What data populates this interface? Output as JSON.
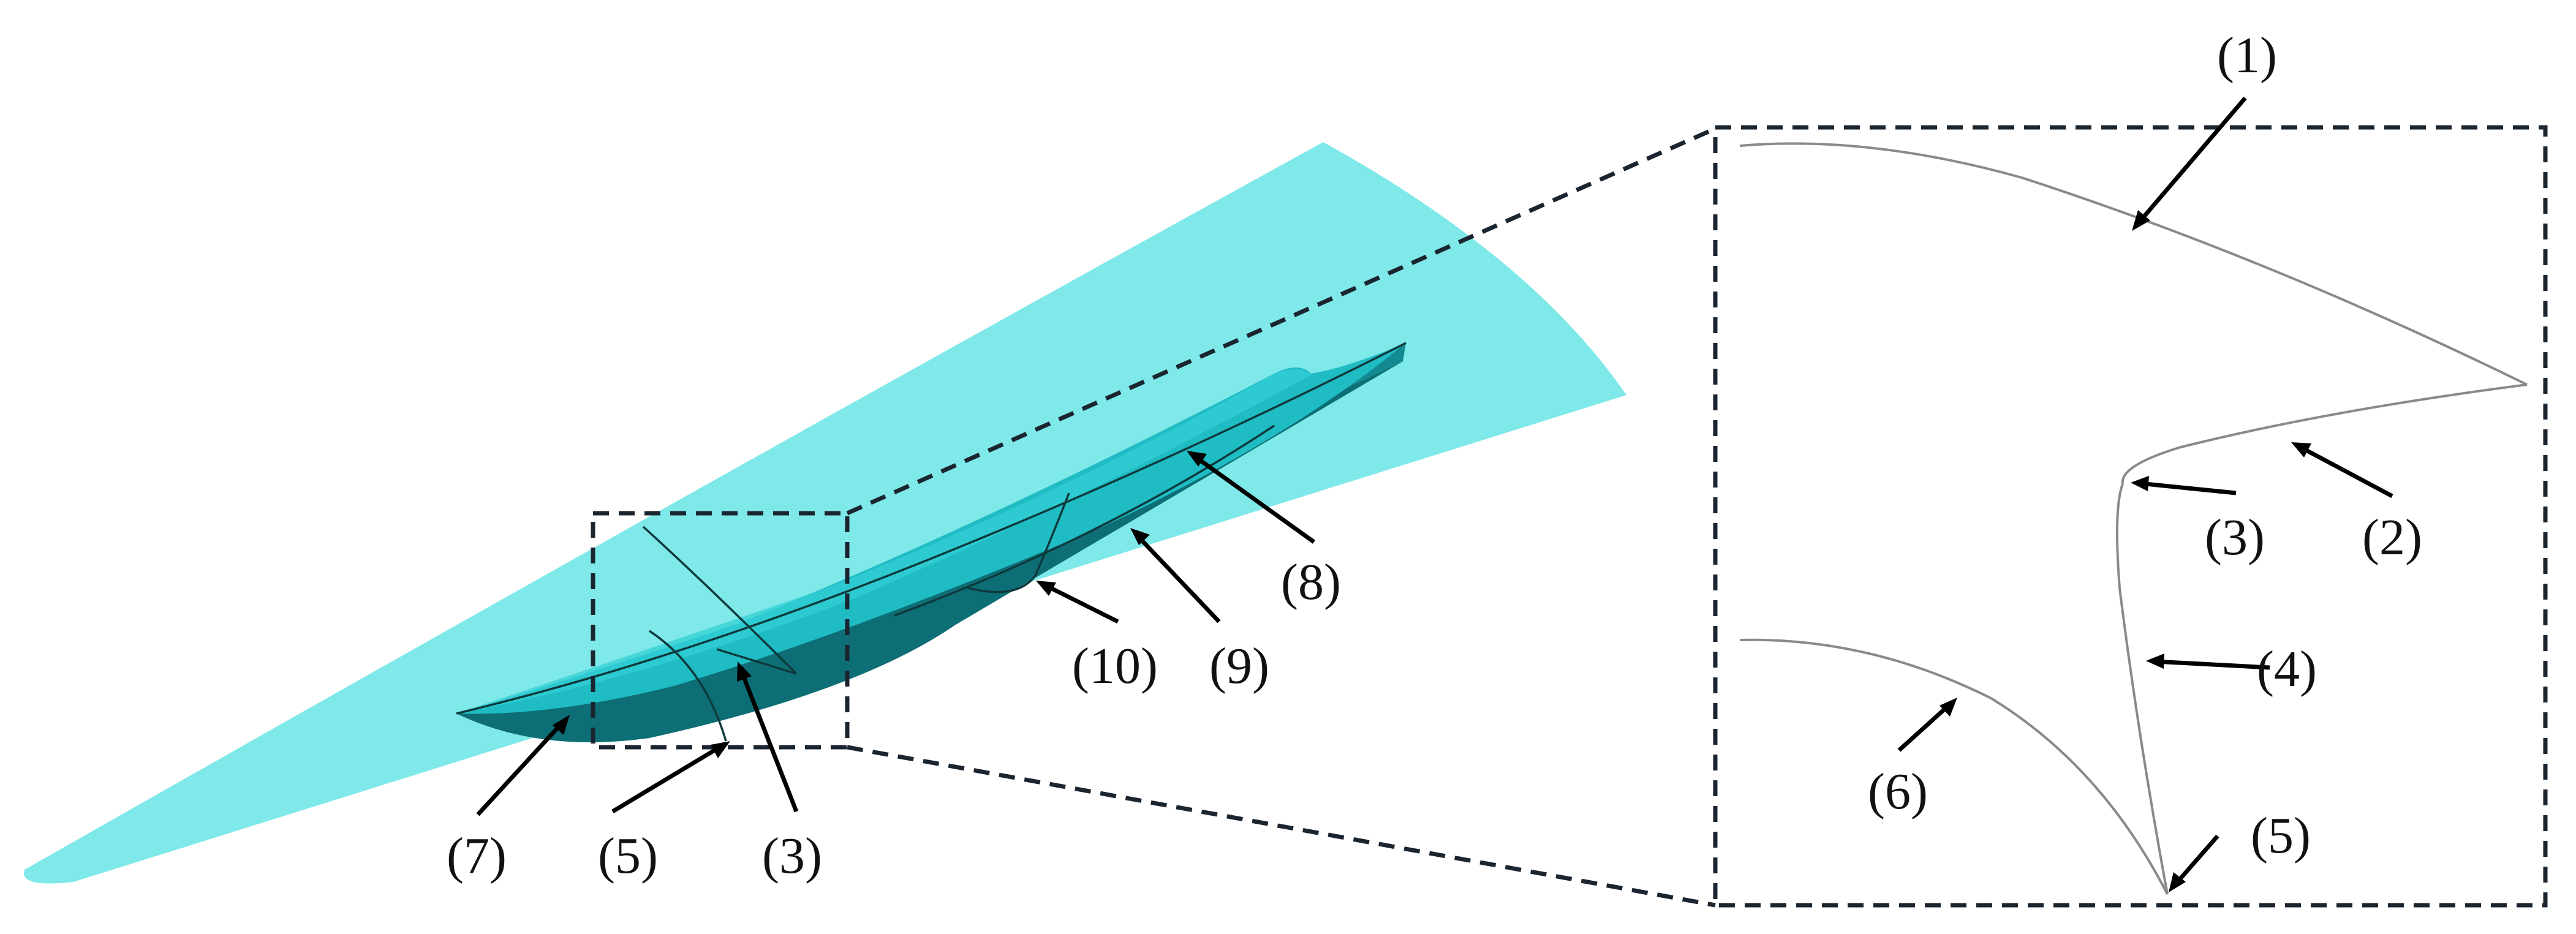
{
  "labels": {
    "l1": "(1)",
    "l2": "(2)",
    "l3": "(3)",
    "l4": "(4)",
    "l5": "(5)",
    "l6": "(6)",
    "l7": "(7)",
    "l8": "(8)",
    "l9": "(9)",
    "l10": "(10)"
  },
  "colors": {
    "wing_surface": "#7fe8e8",
    "body_top": "#1fbcc4",
    "body_side": "#138a92",
    "body_dark": "#0e6e75",
    "annotation": "#000000",
    "frame": "#1a2530"
  }
}
